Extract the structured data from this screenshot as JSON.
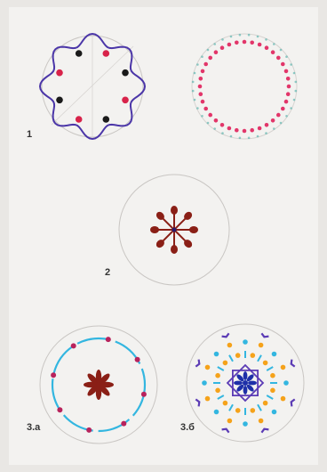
{
  "labels": {
    "fig1": "1",
    "fig2": "2",
    "fig3a": "3.a",
    "fig3b": "3.б"
  },
  "colors": {
    "paper": "#f3f2f0",
    "pencil": "#c9c6c3",
    "purple": "#4b36a8",
    "red": "#d8234a",
    "black": "#1a1a1a",
    "pink": "#e2366a",
    "teal": "#3aa9a2",
    "maroon": "#8a1f16",
    "cyan": "#33b6e0",
    "magenta": "#b8235c",
    "orange": "#f5a21a",
    "blue": "#1e2fa8",
    "violet": "#5b3bb5"
  }
}
